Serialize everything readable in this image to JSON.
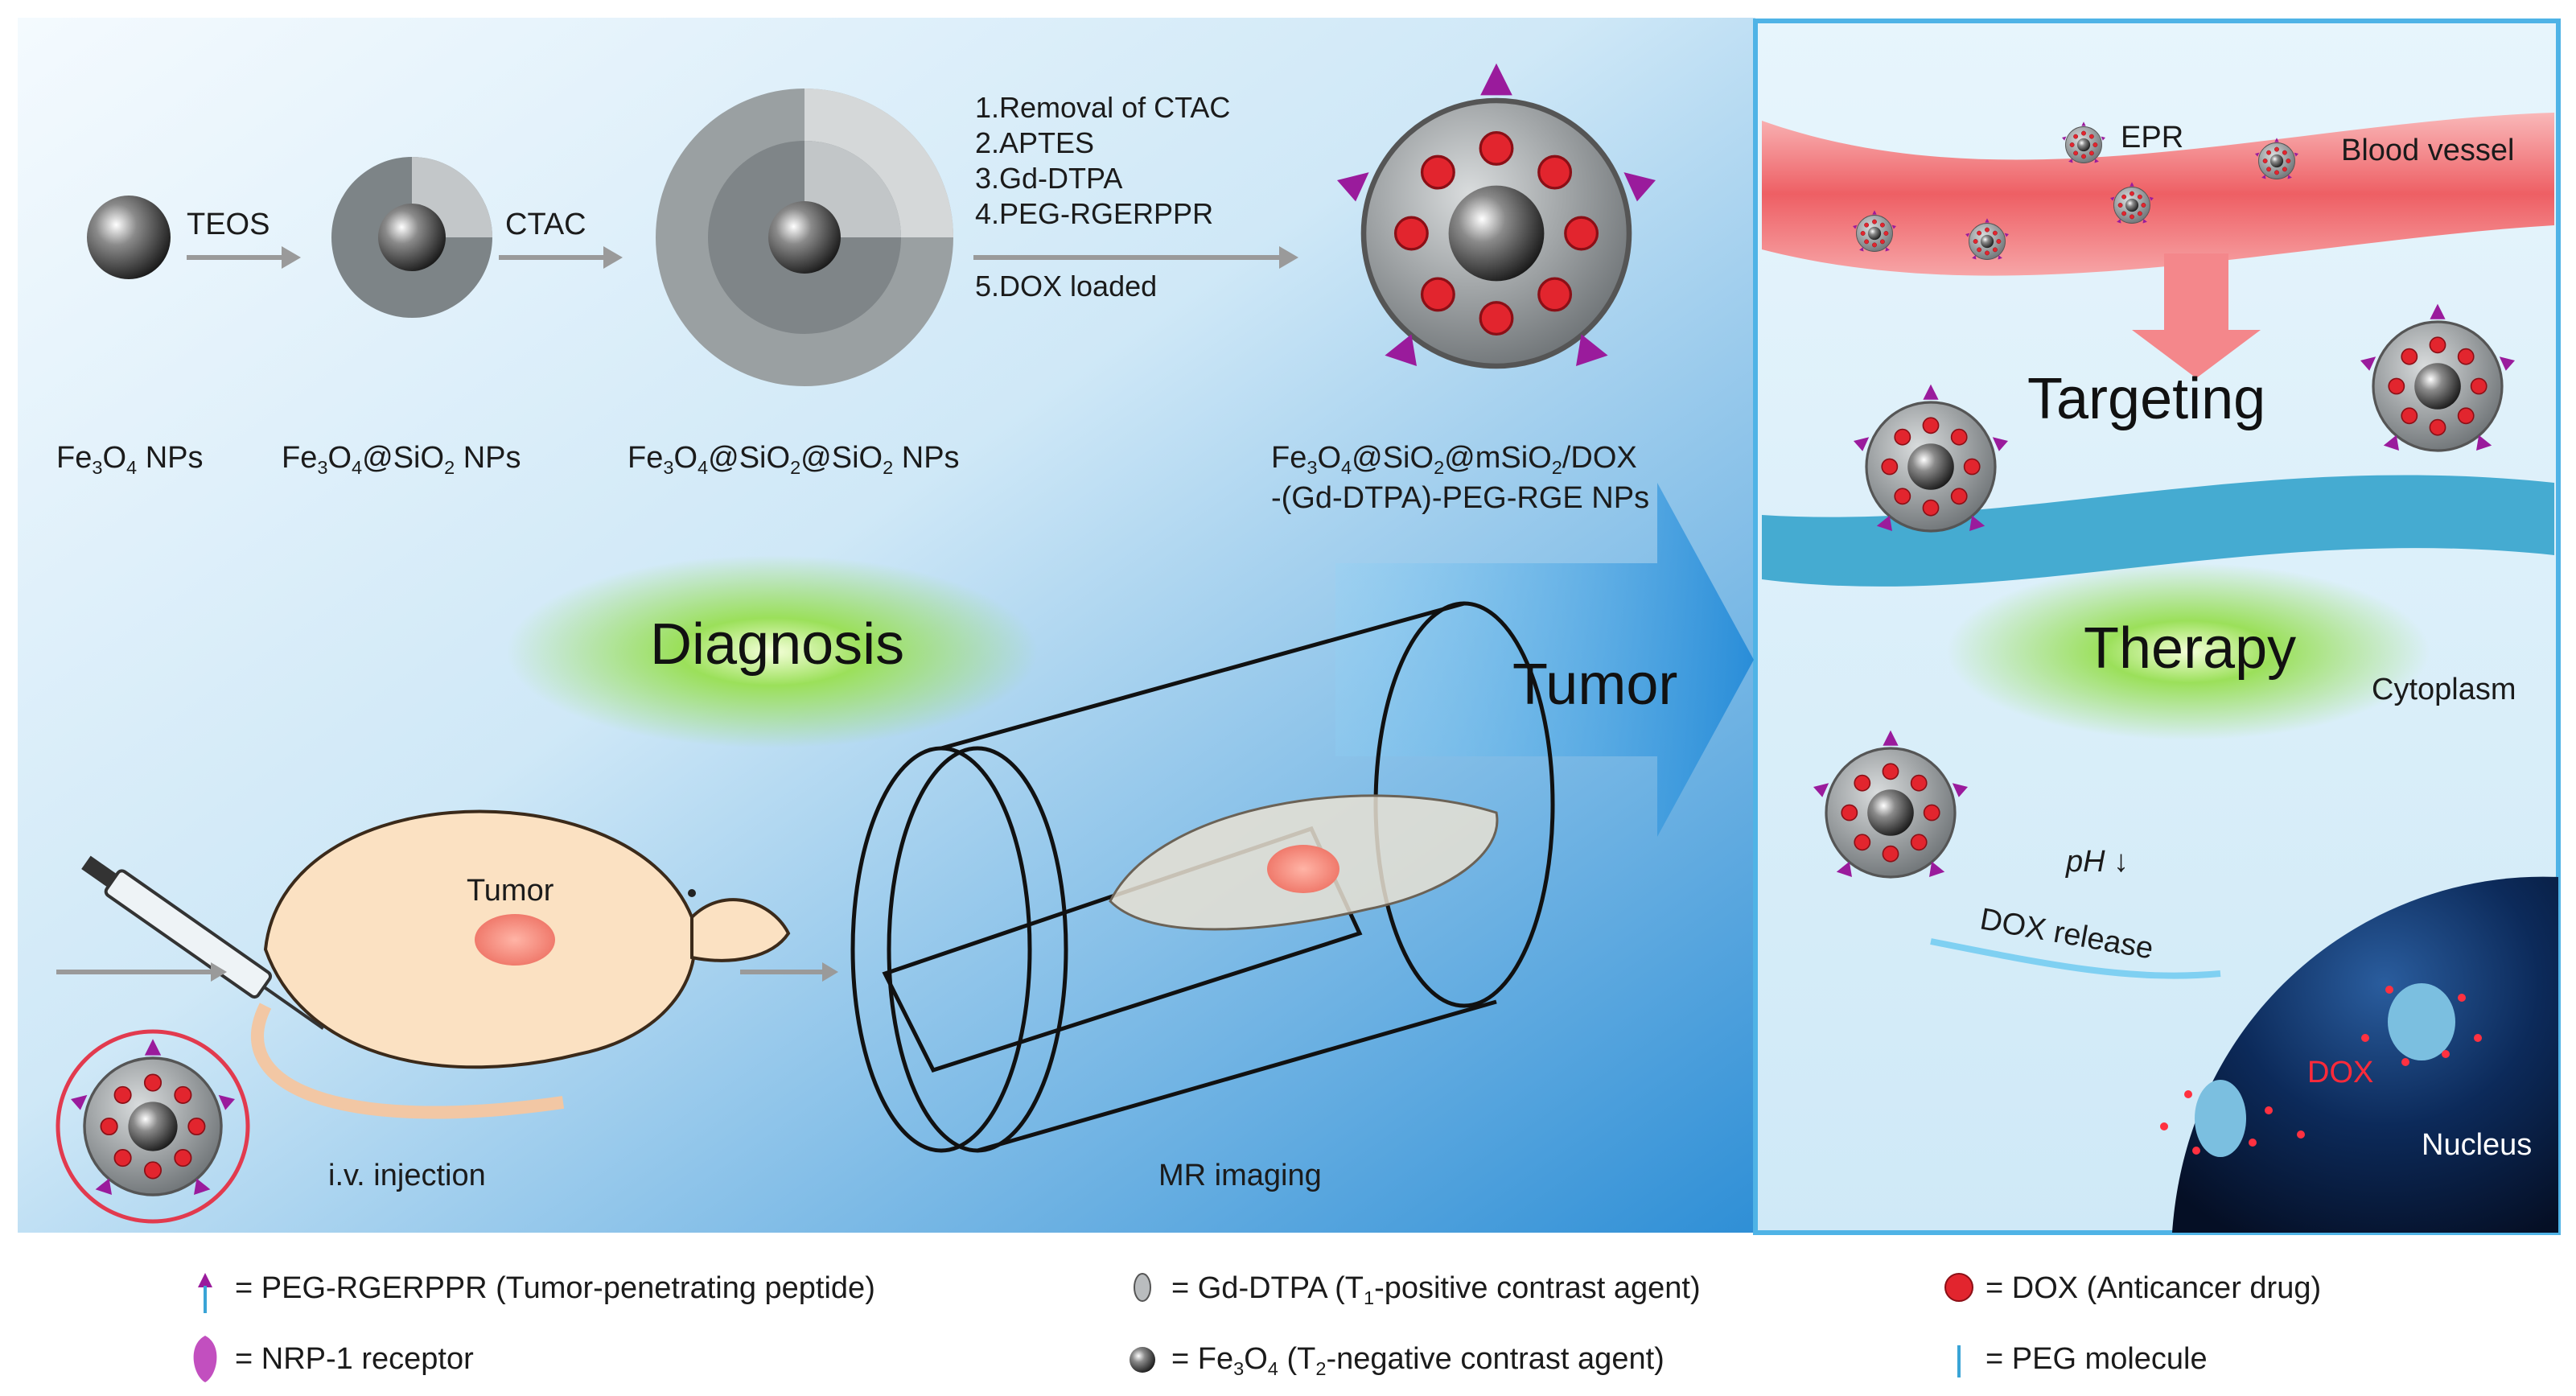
{
  "synthesis": {
    "arrow1_label": "TEOS",
    "arrow2_label": "CTAC",
    "steps": [
      "1.Removal of CTAC",
      "2.APTES",
      "3.Gd-DTPA",
      "4.PEG-RGERPPR",
      "5.DOX loaded"
    ],
    "np_labels": {
      "np1": {
        "a": "Fe",
        "b": "3",
        "c": "O",
        "d": "4",
        "e": " NPs"
      },
      "np2": {
        "a": "Fe",
        "b": "3",
        "c": "O",
        "d": "4",
        "e": "@SiO",
        "f": "2",
        "g": " NPs"
      },
      "np3": {
        "a": "Fe",
        "b": "3",
        "c": "O",
        "d": "4",
        "e": "@SiO",
        "f": "2",
        "g": "@SiO",
        "h": "2",
        "i": " NPs"
      },
      "np4_line1": {
        "a": "Fe",
        "b": "3",
        "c": "O",
        "d": "4",
        "e": "@SiO",
        "f": "2",
        "g": "@mSiO",
        "h": "2",
        "i": "/DOX"
      },
      "np4_line2": "-(Gd-DTPA)-PEG-RGE NPs"
    }
  },
  "diagnosis": {
    "title": "Diagnosis",
    "tumor_big": "Tumor",
    "mouse_tumor": "Tumor",
    "injection": "i.v. injection",
    "mr": "MR imaging"
  },
  "therapy_panel": {
    "epr": "EPR",
    "blood_vessel": "Blood vessel",
    "targeting": "Targeting",
    "therapy": "Therapy",
    "cytoplasm": "Cytoplasm",
    "ph": "pH",
    "ph_arrow": "↓",
    "dox_release": "DOX release",
    "dox": "DOX",
    "nucleus": "Nucleus"
  },
  "legend": {
    "peg": "= PEG-RGERPPR (Tumor-penetrating peptide)",
    "nrp": "= NRP-1 receptor",
    "gd": {
      "a": "= Gd-DTPA (T",
      "b": "1",
      "c": "-positive contrast agent)"
    },
    "fe": {
      "a": "= Fe",
      "b": "3",
      "c": "O",
      "d": "4",
      "e": " (T",
      "f": "2",
      "g": "-negative contrast agent)"
    },
    "dox": "= DOX (Anticancer drug)",
    "pegmol": "= PEG molecule"
  },
  "colors": {
    "bg_top": "#3b93d6",
    "bg_light": "#eaf5fc",
    "vessel": "#f07074",
    "membrane": "#2a9fc9",
    "nucleus": "#0a1b3a",
    "dox_red": "#e01f2a",
    "peptide": "#9a1b9c",
    "frame": "#4fb3e6"
  }
}
